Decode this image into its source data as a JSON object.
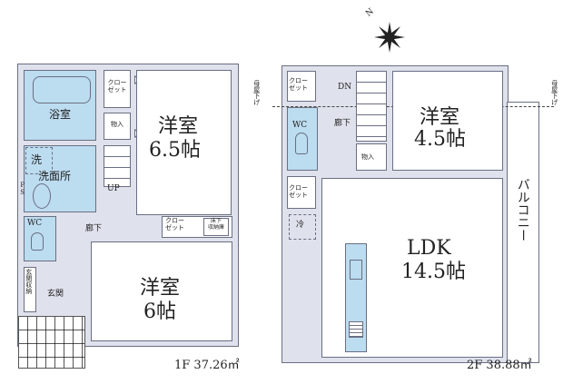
{
  "floor1": {
    "caption": "1F 37.26㎡",
    "rooms": {
      "bath": "浴室",
      "washroom_mark": "洗",
      "washroom": "洗面所",
      "ps": "PS",
      "wc": "WC",
      "closet1": "クロー\nゼット",
      "storage": "物入",
      "up": "UP",
      "hallway": "廊下",
      "entrance_storage": "玄関収納",
      "entrance": "玄関",
      "western_room_a_name": "洋室",
      "western_room_a_size": "6.5帖",
      "closet2": "クロー\nゼット",
      "underfloor_storage": "床下\n収納庫",
      "western_room_b_name": "洋室",
      "western_room_b_size": "6帖"
    }
  },
  "floor2": {
    "caption": "2F 38.88㎡",
    "compass": "N",
    "eaves_note": "母屋下げ",
    "rooms": {
      "closet1": "クロー\nゼット",
      "dn": "DN",
      "wc": "WC",
      "hallway": "廊下",
      "storage": "物入",
      "closet2": "クロー\nゼット",
      "fridge_mark": "冷",
      "western_room_name": "洋室",
      "western_room_size": "4.5帖",
      "ldk_name": "LDK",
      "ldk_size": "14.5帖",
      "balcony": "バルコニー"
    }
  },
  "colors": {
    "wall_fill": "#dfe2ec",
    "wall_line": "#6a6f82",
    "wet_area": "#bcdcf0"
  }
}
